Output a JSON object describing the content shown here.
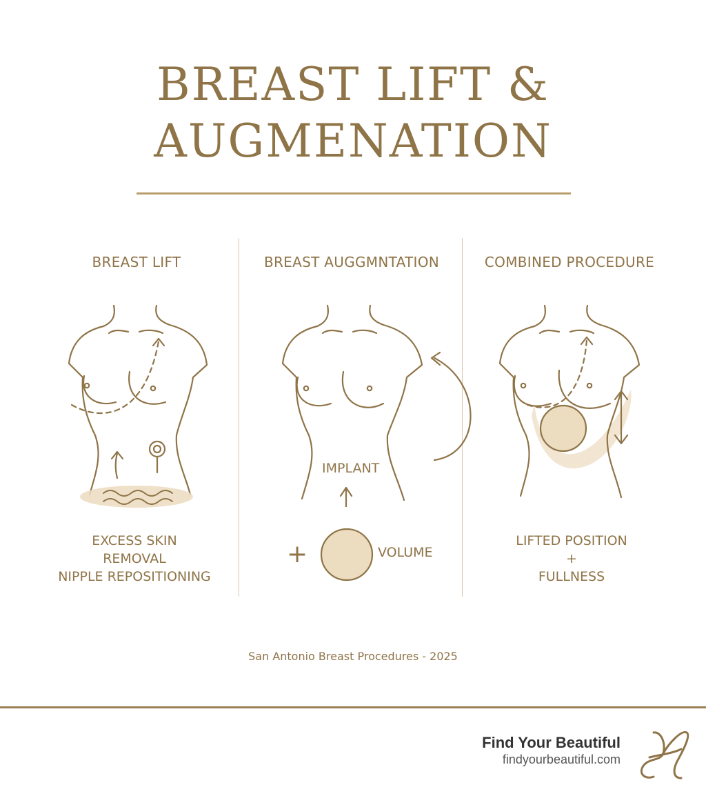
{
  "title": {
    "line1": "BREAST LIFT &",
    "line2": "AUGMENATION"
  },
  "columns": [
    {
      "heading": "BREAST LIFT",
      "caption": [
        "EXCESS SKIN",
        "REMOVAL",
        "NIPPLE REPOSITIONING"
      ]
    },
    {
      "heading": "BREAST AUGGMNTATION",
      "implant_label": "IMPLANT",
      "volume_label": "VOLUME",
      "plus": "+"
    },
    {
      "heading": "COMBINED PROCEDURE",
      "caption": [
        "LIFTED POSITION",
        "+",
        "FULLNESS"
      ]
    }
  ],
  "footer": {
    "note": "San Antonio Breast Procedures - 2025"
  },
  "brand": {
    "name": "Find Your Beautiful",
    "url": "findyourbeautiful.com",
    "logo_icon": "script-h-logo"
  },
  "colors": {
    "accent": "#8f7448",
    "fill": "#ecdcc0",
    "rule": "#b89c6c"
  }
}
